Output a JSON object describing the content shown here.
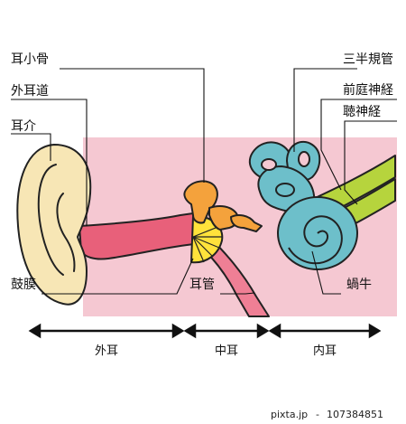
{
  "labels": {
    "ossicles": "耳小骨",
    "external_canal": "外耳道",
    "auricle": "耳介",
    "eardrum": "鼓膜",
    "eustachian_tube": "耳管",
    "semicircular_canals": "三半規管",
    "vestibular_nerve": "前庭神経",
    "cochlear_nerve": "聴神経",
    "cochlea": "蝸牛"
  },
  "sections": {
    "outer": "外耳",
    "middle": "中耳",
    "inner": "内耳"
  },
  "watermark": {
    "site": "pixta.jp",
    "separator": "-",
    "id": "107384851"
  },
  "colors": {
    "tissue": "#f5c8d2",
    "canal": "#e8607a",
    "auricle": "#f7e6b5",
    "ossicle": "#f4a23c",
    "eardrum": "#ffe23b",
    "inner_ear": "#6dbfca",
    "nerve": "#b6d43d",
    "outline": "#222222"
  }
}
